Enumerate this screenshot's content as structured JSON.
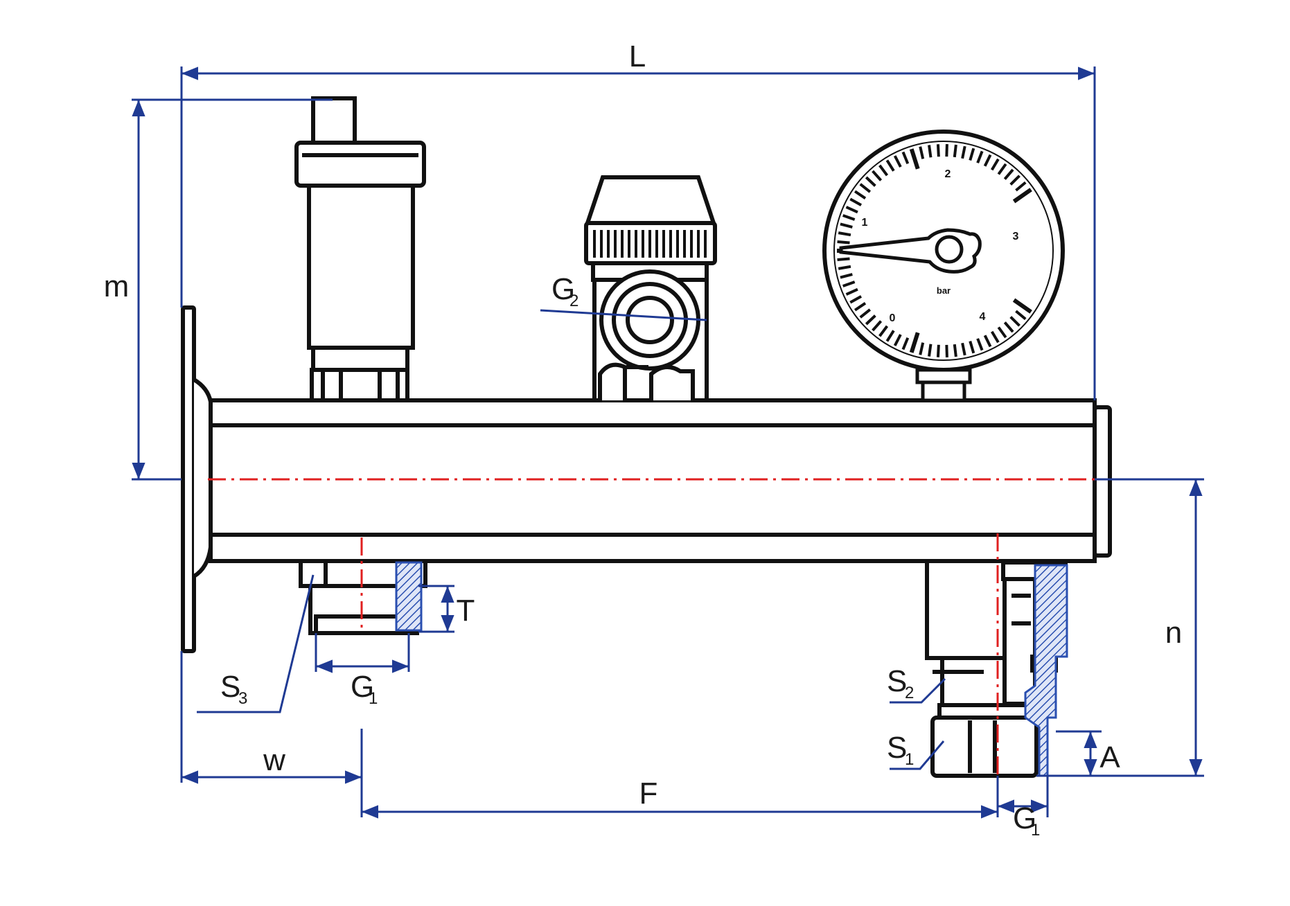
{
  "colors": {
    "outline": "#111111",
    "dimension": "#1f3a93",
    "centerline": "#e02020",
    "hatch": "#2a4fb0"
  },
  "dimensions": {
    "L": "L",
    "m": "m",
    "n": "n",
    "T": "T",
    "A": "A",
    "w": "w",
    "F": "F"
  },
  "callouts": {
    "G1_left": {
      "main": "G",
      "sub": "1"
    },
    "G1_right": {
      "main": "G",
      "sub": "1"
    },
    "G2": {
      "main": "G",
      "sub": "2"
    },
    "S1": {
      "main": "S",
      "sub": "1"
    },
    "S2": {
      "main": "S",
      "sub": "2"
    },
    "S3": {
      "main": "S",
      "sub": "3"
    }
  },
  "gauge": {
    "scale_labels": [
      "0",
      "1",
      "2",
      "3",
      "4"
    ],
    "unit": "bar"
  }
}
